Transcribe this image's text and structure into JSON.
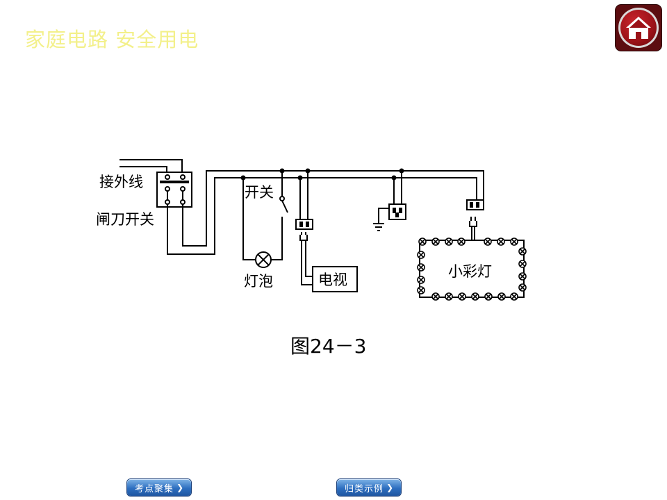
{
  "header": {
    "title": "家庭电路 安全用电",
    "home_icon": "home-icon"
  },
  "diagram": {
    "labels": {
      "external_line": "接外线",
      "knife_switch": "闸刀开关",
      "switch": "开关",
      "bulb": "灯泡",
      "tv": "电视",
      "small_lights": "小彩灯"
    },
    "caption": "图24－3"
  },
  "footer": {
    "left_button": "考点聚集",
    "right_button": "归类示例"
  },
  "colors": {
    "title": "#f3f08a",
    "button": "#2e6fc0",
    "home": "#9b1218"
  }
}
